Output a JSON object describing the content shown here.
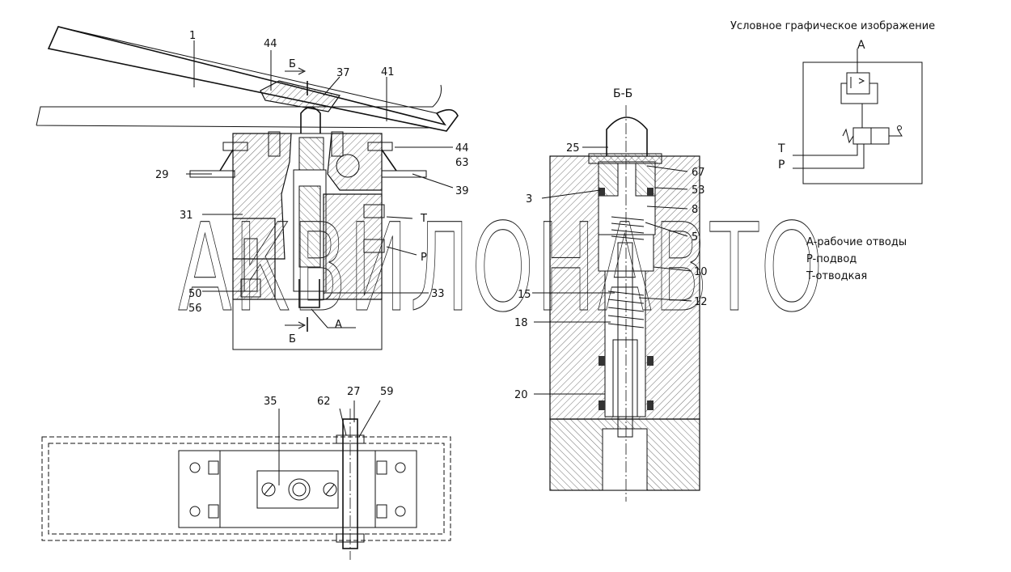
{
  "legend": {
    "title": "Условное графическое изображение",
    "port_a": "A",
    "port_t": "T",
    "port_p": "P"
  },
  "notes": [
    "A-рабочие отводы",
    "P-подвод",
    "T-отводкая"
  ],
  "section": {
    "title": "Б-Б",
    "cut_mark": "Б",
    "cut_mark_bottom": "Б"
  },
  "callouts_main": {
    "c1": "1",
    "c44a": "44",
    "c37": "37",
    "c41": "41",
    "c44b": "44",
    "c63": "63",
    "c29": "29",
    "c39": "39",
    "c31": "31",
    "cT": "T",
    "cP": "P",
    "c50": "50",
    "c56": "56",
    "c33": "33",
    "cA": "A"
  },
  "callouts_section": {
    "c25": "25",
    "c67": "67",
    "c3": "3",
    "c53": "53",
    "c8": "8",
    "c5": "5",
    "c10": "10",
    "c15": "15",
    "c12": "12",
    "c18": "18",
    "c20": "20"
  },
  "callouts_plan": {
    "c35": "35",
    "c62": "62",
    "c27": "27",
    "c59": "59"
  },
  "watermark": "АКВИЛОНАВТО"
}
